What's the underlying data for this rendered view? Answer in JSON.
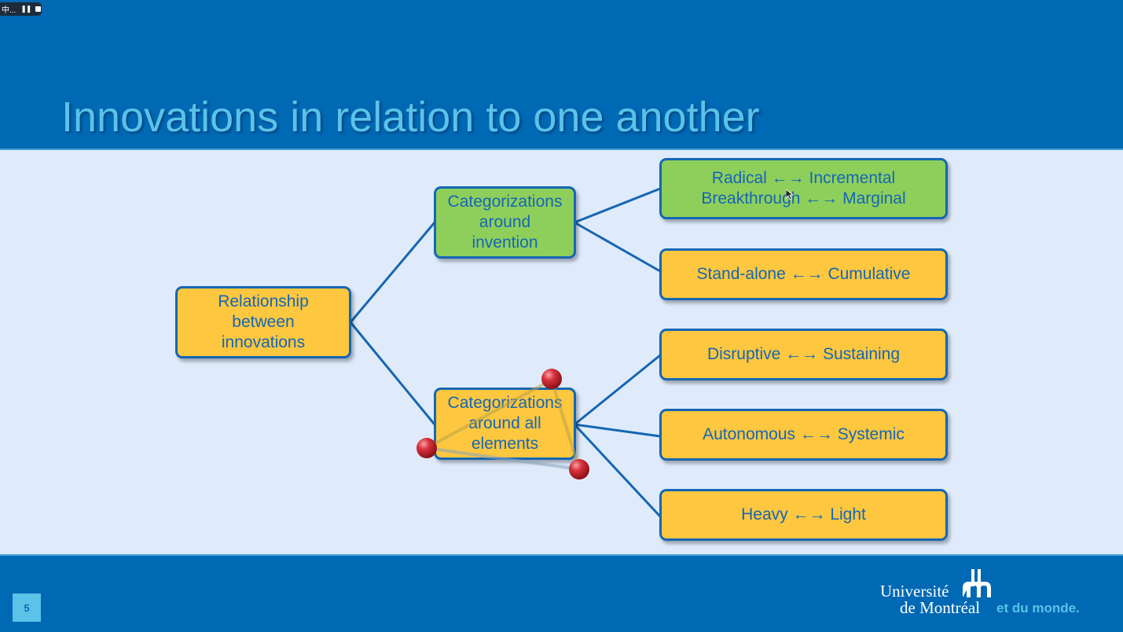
{
  "recorder": {
    "label": "中...",
    "pause_icon": "pause-icon",
    "stop_icon": "stop-icon"
  },
  "slide": {
    "title": "Innovations in relation to one another",
    "page_number": "5"
  },
  "diagram": {
    "root": {
      "lines": [
        "Relationship",
        "between",
        "innovations"
      ],
      "color": "#fdc73f"
    },
    "branches": [
      {
        "lines": [
          "Categorizations",
          "around",
          "invention"
        ],
        "color": "#8ecf5c",
        "children": [
          {
            "lines": [
              "Radical ←→ Incremental",
              "Breakthrough ←→ Marginal"
            ],
            "color": "#8ecf5c"
          },
          {
            "lines": [
              "Stand-alone ←→ Cumulative"
            ],
            "color": "#fdc73f"
          }
        ]
      },
      {
        "lines": [
          "Categorizations",
          "around all",
          "elements"
        ],
        "color": "#fdc73f",
        "children": [
          {
            "lines": [
              "Disruptive ←→ Sustaining"
            ],
            "color": "#fdc73f"
          },
          {
            "lines": [
              "Autonomous ←→ Systemic"
            ],
            "color": "#fdc73f"
          },
          {
            "lines": [
              "Heavy ←→ Light"
            ],
            "color": "#fdc73f"
          }
        ]
      }
    ]
  },
  "logo": {
    "line1": "Université",
    "line2": "de Montréal",
    "tagline": "et du monde."
  },
  "colors": {
    "header_bg": "#0069b4",
    "content_bg": "#dfebfb",
    "title": "#5bc2e8",
    "connector": "#1666b4",
    "yellow_box": "#fdc73f",
    "green_box": "#8ecf5c"
  }
}
